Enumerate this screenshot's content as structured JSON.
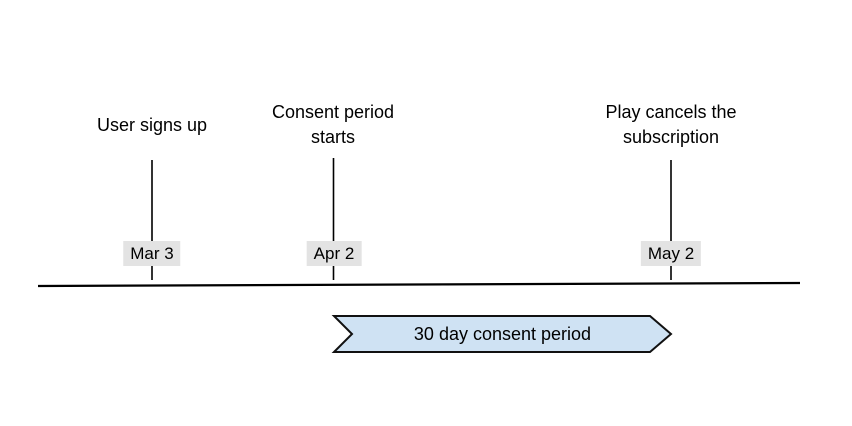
{
  "diagram": {
    "events": [
      {
        "name": "User signs up",
        "date": "Mar 3"
      },
      {
        "name": "Consent period\nstarts",
        "date": "Apr 2"
      },
      {
        "name": "Play cancels the\nsubscription",
        "date": "May 2"
      }
    ],
    "banner": {
      "label": "30 day consent period"
    },
    "colors": {
      "banner_fill": "#cfe2f3",
      "banner_border": "#111111",
      "date_chip_bg": "#e3e3e3",
      "line": "#000000",
      "text": "#000000",
      "background": "#ffffff"
    }
  }
}
